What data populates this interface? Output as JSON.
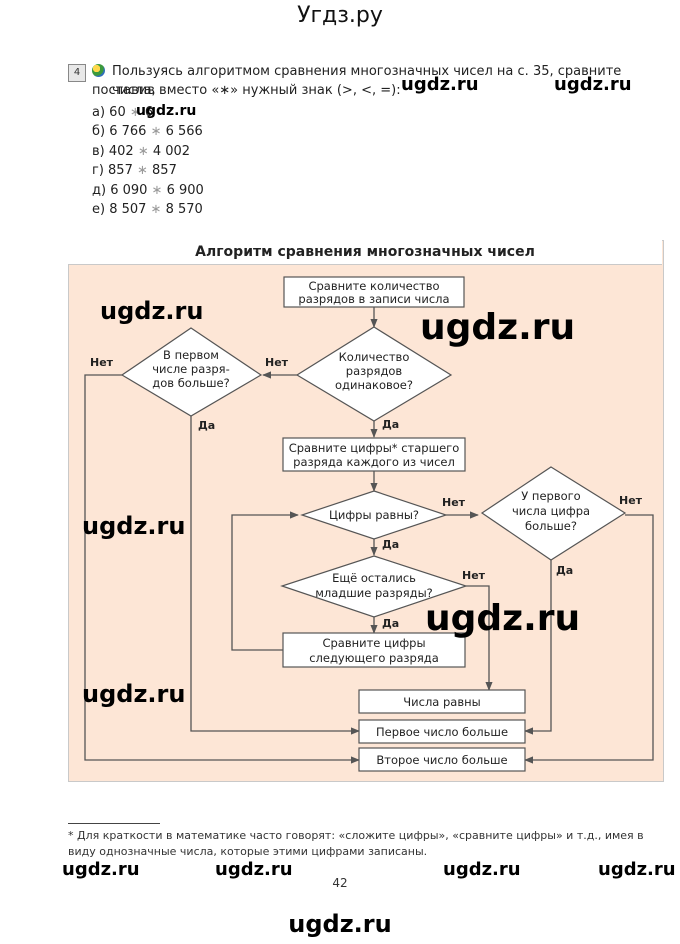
{
  "site_title": "Угдз.ру",
  "task": {
    "number": "4",
    "icon": "globe-icon",
    "line1": "Пользуясь алгоритмом сравнения многозначных чисел на с. 35, сравните числа,",
    "line2": "поставив вместо «∗» нужный знак (>, <, =):",
    "items": [
      {
        "label": "а) 60",
        "sep": " ∗ ",
        "rhs": "6"
      },
      {
        "label": "б) 6 766",
        "sep": " ∗ ",
        "rhs": "6 566"
      },
      {
        "label": "в) 402",
        "sep": " ∗ ",
        "rhs": "4 002"
      },
      {
        "label": "г) 857",
        "sep": " ∗ ",
        "rhs": "857"
      },
      {
        "label": "д) 6 090",
        "sep": " ∗ ",
        "rhs": "6 900"
      },
      {
        "label": "е) 8 507",
        "sep": " ∗ ",
        "rhs": "8 570"
      }
    ]
  },
  "algorithm": {
    "title": "Алгоритм сравнения многозначных чисел",
    "box_compare_count": [
      "Сравните количество",
      "разрядов в записи числа"
    ],
    "dia_count_equal": [
      "Количество",
      "разрядов",
      "одинаковое?"
    ],
    "dia_first_more_digits": [
      "В первом",
      "числе разря-",
      "дов больше?"
    ],
    "box_compare_senior": [
      "Сравните цифры* старшего",
      "разряда каждого из чисел"
    ],
    "dia_digits_equal": [
      "Цифры равны?"
    ],
    "dia_first_digit_greater": [
      "У первого",
      "числа цифра",
      "больше?"
    ],
    "dia_lower_left": [
      "Ещё остались",
      "младшие разряды?"
    ],
    "box_compare_next": [
      "Сравните цифры",
      "следующего разряда"
    ],
    "result_equal": "Числа равны",
    "result_first_greater": "Первое число больше",
    "result_second_greater": "Второе число больше",
    "yes": "Да",
    "no": "Нет"
  },
  "watermark": "ugdz.ru",
  "footnote": "* Для краткости в математике часто говорят: «сложите цифры», «сравните цифры» и т.д., имея в виду однозначные числа, которые этими цифрами записаны.",
  "page_number": "42",
  "footer_watermark": "ugdz.ru",
  "colors": {
    "panel": "#fde6d6",
    "line": "#555555"
  }
}
